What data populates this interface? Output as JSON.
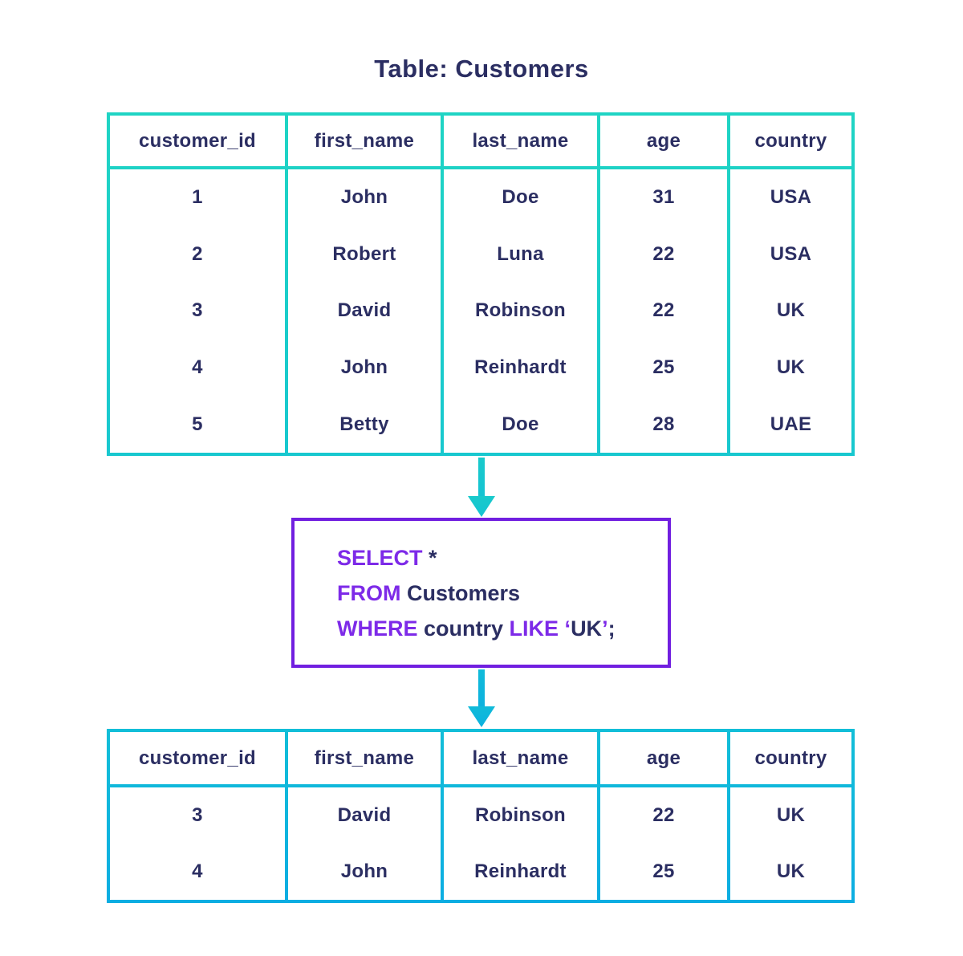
{
  "title": "Table: Customers",
  "colors": {
    "navy": "#2B2E62",
    "purple_keyword": "#7D2AE8",
    "purple_box_border": "#711FE0",
    "teal_top": "#1FD4C4",
    "teal_mid": "#18C8CF",
    "cyan_mid": "#12BED8",
    "cyan_bottom": "#0CADE2"
  },
  "icons": {
    "flow_arrow": "arrow-down-icon"
  },
  "source_table": {
    "columns": [
      "customer_id",
      "first_name",
      "last_name",
      "age",
      "country"
    ],
    "rows": [
      [
        "1",
        "John",
        "Doe",
        "31",
        "USA"
      ],
      [
        "2",
        "Robert",
        "Luna",
        "22",
        "USA"
      ],
      [
        "3",
        "David",
        "Robinson",
        "22",
        "UK"
      ],
      [
        "4",
        "John",
        "Reinhardt",
        "25",
        "UK"
      ],
      [
        "5",
        "Betty",
        "Doe",
        "28",
        "UAE"
      ]
    ]
  },
  "sql_query": {
    "lines": [
      [
        {
          "text": "SELECT",
          "kind": "keyword"
        },
        {
          "text": " *",
          "kind": "plain"
        }
      ],
      [
        {
          "text": "FROM",
          "kind": "keyword"
        },
        {
          "text": " Customers",
          "kind": "plain"
        }
      ],
      [
        {
          "text": "WHERE",
          "kind": "keyword"
        },
        {
          "text": " country ",
          "kind": "plain"
        },
        {
          "text": "LIKE",
          "kind": "keyword"
        },
        {
          "text": " ",
          "kind": "plain"
        },
        {
          "text": "‘",
          "kind": "keyword"
        },
        {
          "text": "UK",
          "kind": "plain"
        },
        {
          "text": "’",
          "kind": "keyword"
        },
        {
          "text": ";",
          "kind": "plain"
        }
      ]
    ]
  },
  "result_table": {
    "columns": [
      "customer_id",
      "first_name",
      "last_name",
      "age",
      "country"
    ],
    "rows": [
      [
        "3",
        "David",
        "Robinson",
        "22",
        "UK"
      ],
      [
        "4",
        "John",
        "Reinhardt",
        "25",
        "UK"
      ]
    ]
  }
}
